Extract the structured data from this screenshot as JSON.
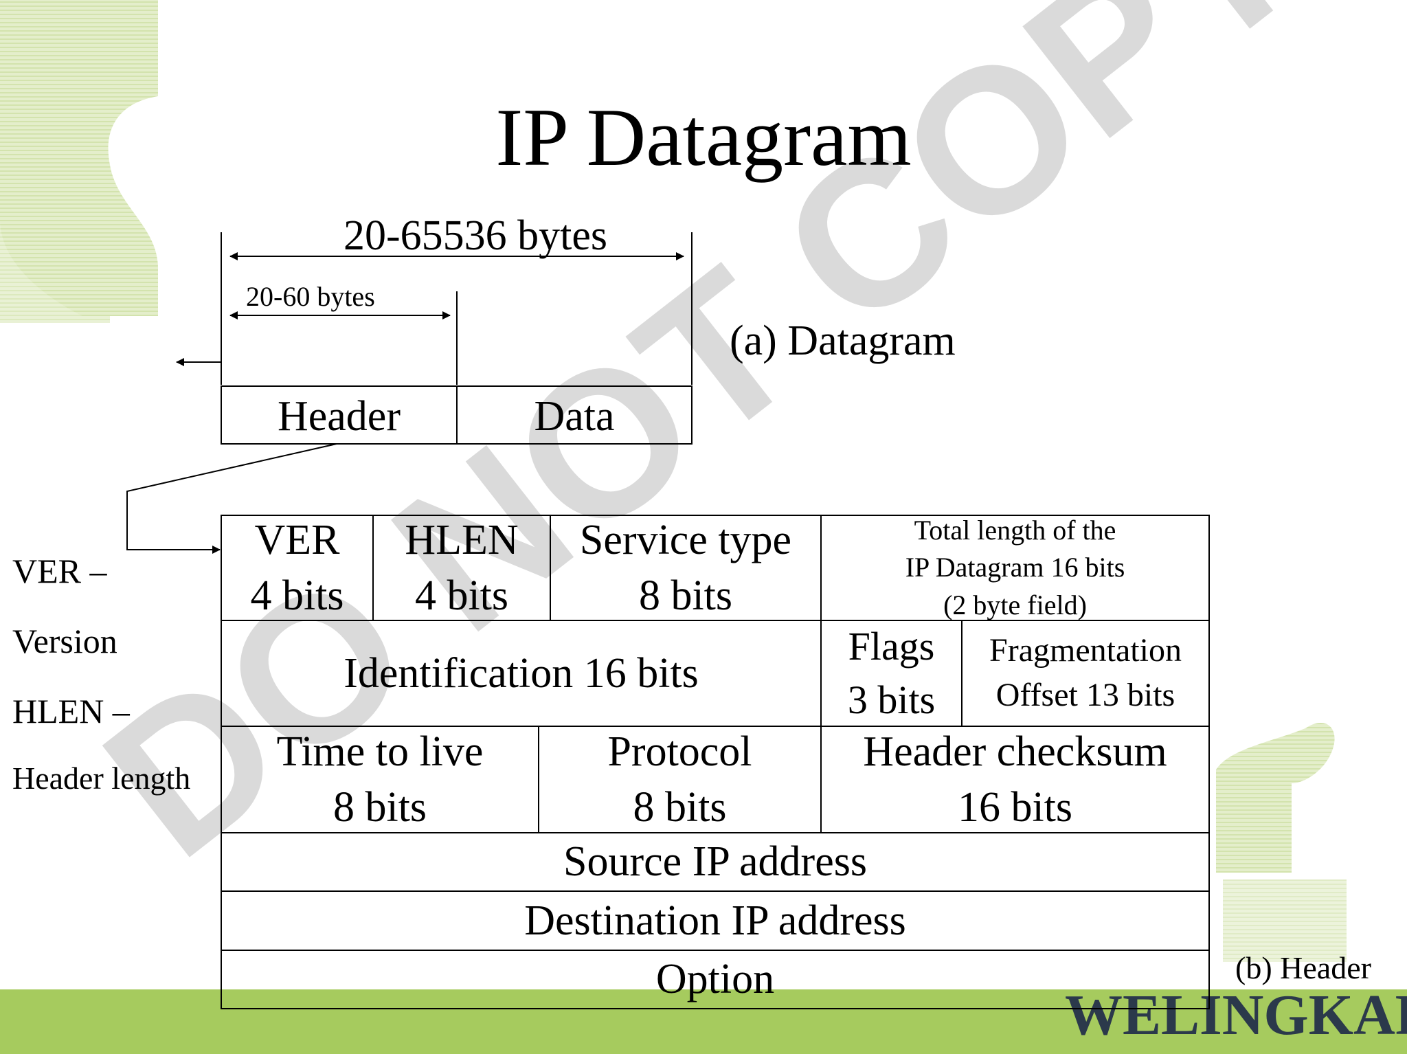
{
  "title": "IP Datagram",
  "datagram": {
    "total_label": "20-65536 bytes",
    "header_range_label": "20-60 bytes",
    "header_box": "Header",
    "data_box": "Data",
    "caption": "(a) Datagram"
  },
  "header_fields": {
    "ver": [
      "VER",
      "4 bits"
    ],
    "hlen": [
      "HLEN",
      "4 bits"
    ],
    "service_type": [
      "Service type",
      "8 bits"
    ],
    "total_length": [
      "Total length of the",
      "IP Datagram 16 bits",
      "(2 byte field)"
    ],
    "identification": "Identification 16 bits",
    "flags": [
      "Flags",
      "3 bits"
    ],
    "fragmentation_offset": [
      "Fragmentation",
      "Offset 13 bits"
    ],
    "time_to_live": [
      "Time to live",
      "8 bits"
    ],
    "protocol": [
      "Protocol",
      "8 bits"
    ],
    "header_checksum": [
      "Header checksum",
      "16 bits"
    ],
    "source_ip": "Source IP address",
    "destination_ip": "Destination IP address",
    "option": "Option",
    "caption": "(b) Header"
  },
  "legend": [
    "VER –",
    "Version",
    "HLEN –",
    "Header length"
  ],
  "watermark": "DO NOT COPY",
  "logo": "WELINGKAR",
  "colors": {
    "decoration_green": "#d8e8b4",
    "bottom_band": "#a6cb5e",
    "watermark_gray": "#d4d4d4",
    "logo_navy": "#1e2a4a"
  }
}
